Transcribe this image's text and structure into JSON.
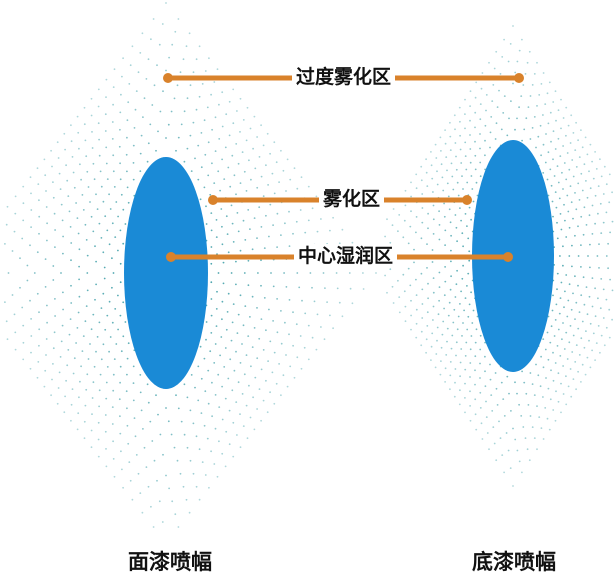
{
  "labels": {
    "transition_zone": "过度雾化区",
    "atomization_zone": "雾化区",
    "central_wet_zone": "中心湿润区"
  },
  "captions": {
    "left": "面漆喷幅",
    "right": "底漆喷幅"
  },
  "colors": {
    "ellipse": "#1a8ad6",
    "dots": "#1f8f9a",
    "line": "#d9822b"
  }
}
